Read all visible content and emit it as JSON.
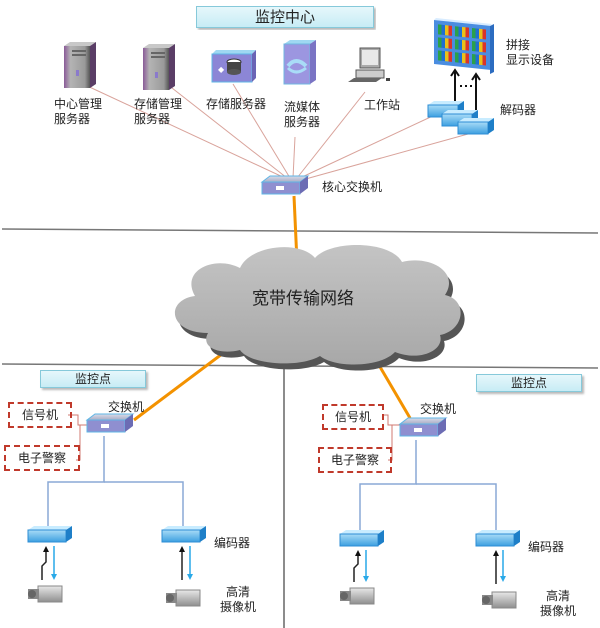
{
  "center": {
    "title": "监控中心",
    "devices": [
      {
        "id": "central-mgmt-server",
        "label": "中心管理\n服务器",
        "icon": "tower-server-icon"
      },
      {
        "id": "storage-mgmt-server",
        "label": "存储管理\n服务器",
        "icon": "tower-server-icon"
      },
      {
        "id": "storage-server",
        "label": "存储服务器",
        "icon": "storage-disk-icon"
      },
      {
        "id": "streaming-server",
        "label": "流媒体\n服务器",
        "icon": "streaming-server-icon"
      },
      {
        "id": "workstation",
        "label": "工作站",
        "icon": "workstation-pc-icon"
      },
      {
        "id": "decoder",
        "label": "解码器",
        "icon": "decoder-stack-icon"
      },
      {
        "id": "video-wall",
        "label": "拼接\n显示设备",
        "icon": "video-wall-icon"
      }
    ],
    "core_switch": "核心交换机"
  },
  "network": {
    "label": "宽带传输网络"
  },
  "sites": [
    {
      "title": "监控点",
      "switch": "交换机",
      "peripherals": [
        "信号机",
        "电子警察"
      ],
      "encoder": "编码器",
      "camera": "高清\n摄像机"
    },
    {
      "title": "监控点",
      "switch": "交换机",
      "peripherals": [
        "信号机",
        "电子警察"
      ],
      "encoder": "编码器",
      "camera": "高清\n摄像机"
    }
  ],
  "colors": {
    "uplink": "#f39200",
    "lan_link": "#e0a29a",
    "site_lan": "#8aa9d6",
    "dashed_border": "#c0392b",
    "cloud": "#b3b3b3",
    "divider": "#666666"
  }
}
